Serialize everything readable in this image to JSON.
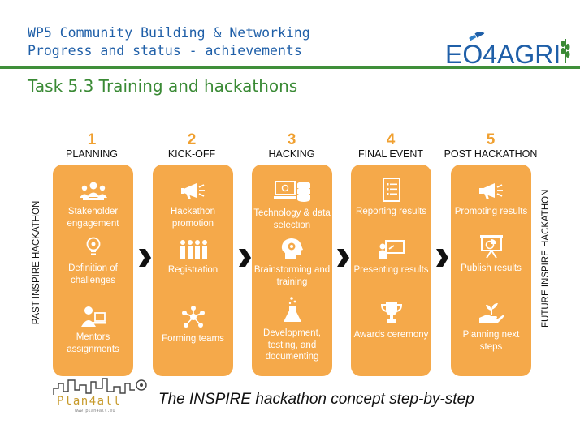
{
  "header": {
    "title_line1": "WP5 Community Building & Networking",
    "title_line2": "Progress and status - achievements",
    "logo_text": "EO4AGRI"
  },
  "task_title": "Task 5.3 Training and hackathons",
  "side_labels": {
    "left": "PAST INSPIRE HACKATHON",
    "right": "FUTURE INSPIRE HACKATHON"
  },
  "phases": [
    {
      "number": "1",
      "label": "PLANNING",
      "items": [
        {
          "icon": "people-group-icon",
          "label": "Stakeholder engagement"
        },
        {
          "icon": "lightbulb-icon",
          "label": "Definition of challenges"
        },
        {
          "icon": "mentor-icon",
          "label": "Mentors assignments"
        }
      ]
    },
    {
      "number": "2",
      "label": "KICK-OFF",
      "items": [
        {
          "icon": "megaphone-icon",
          "label": "Hackathon promotion"
        },
        {
          "icon": "people-row-icon",
          "label": "Registration"
        },
        {
          "icon": "network-icon",
          "label": "Forming teams"
        }
      ]
    },
    {
      "number": "3",
      "label": "HACKING",
      "items": [
        {
          "icon": "computer-database-icon",
          "label": "Technology & data selection"
        },
        {
          "icon": "brain-gear-icon",
          "label": "Brainstorming and training"
        },
        {
          "icon": "flask-icon",
          "label": "Development, testing, and documenting"
        }
      ]
    },
    {
      "number": "4",
      "label": "FINAL EVENT",
      "items": [
        {
          "icon": "checklist-icon",
          "label": "Reporting results"
        },
        {
          "icon": "presentation-board-icon",
          "label": "Presenting results"
        },
        {
          "icon": "trophy-icon",
          "label": "Awards ceremony"
        }
      ]
    },
    {
      "number": "5",
      "label": "POST HACKATHON",
      "items": [
        {
          "icon": "megaphone-icon",
          "label": "Promoting results"
        },
        {
          "icon": "chart-board-icon",
          "label": "Publish results"
        },
        {
          "icon": "hand-plant-icon",
          "label": "Planning next steps"
        }
      ]
    }
  ],
  "footer": {
    "caption": "The INSPIRE hackathon concept  step-by-step",
    "logo_text": "Plan4all",
    "logo_url": "www.plan4all.eu"
  },
  "colors": {
    "card": "#f5a94a",
    "number": "#f0a030",
    "header_text": "#1f5fa8",
    "task_text": "#3a8a35",
    "rule": "#3f8f3a"
  }
}
